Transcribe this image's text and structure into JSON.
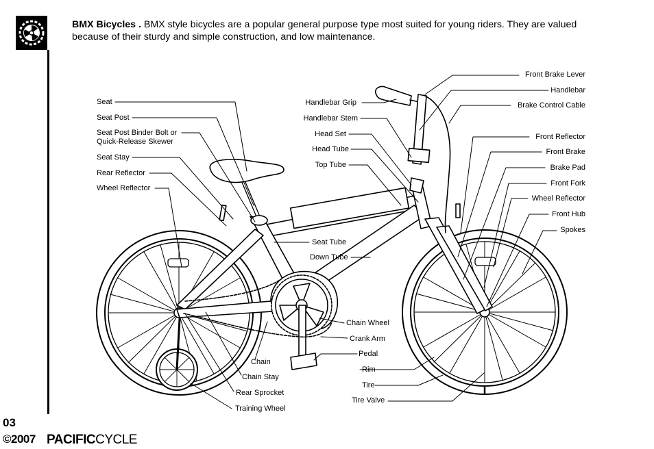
{
  "intro": {
    "heading": "BMX Bicycles .",
    "text": " BMX style bicycles are a popular general purpose type most suited for young riders.  They are valued because of their sturdy and simple construction, and low maintenance."
  },
  "labels": {
    "seat": "Seat",
    "seat_post": "Seat Post",
    "seat_post_binder": "Seat Post Binder Bolt or\nQuick-Release Skewer",
    "seat_stay": "Seat Stay",
    "rear_reflector": "Rear Reflector",
    "wheel_reflector_rear": "Wheel Reflector",
    "handlebar_grip": "Handlebar Grip",
    "handlebar_stem": "Handlebar Stem",
    "head_set": "Head Set",
    "head_tube": "Head Tube",
    "top_tube": "Top Tube",
    "seat_tube": "Seat Tube",
    "down_tube": "Down Tube",
    "front_brake_lever": "Front Brake Lever",
    "handlebar": "Handlebar",
    "brake_control_cable": "Brake Control Cable",
    "front_reflector": "Front Reflector",
    "front_brake": "Front Brake",
    "brake_pad": "Brake Pad",
    "front_fork": "Front Fork",
    "wheel_reflector_front": "Wheel Reflector",
    "front_hub": "Front Hub",
    "spokes": "Spokes",
    "chain_wheel": "Chain Wheel",
    "crank_arm": "Crank Arm",
    "pedal": "Pedal",
    "rim": "Rim",
    "tire": "Tire",
    "tire_valve": "Tire Valve",
    "chain": "Chain",
    "chain_stay": "Chain Stay",
    "rear_sprocket": "Rear Sprocket",
    "training_wheel": "Training Wheel"
  },
  "footer": {
    "page_number": "03",
    "copyright": "©2007",
    "brand_bold": "PACIFIC",
    "brand_light": "CYCLE"
  },
  "icons": {
    "logo": "sprocket-logo-icon"
  }
}
